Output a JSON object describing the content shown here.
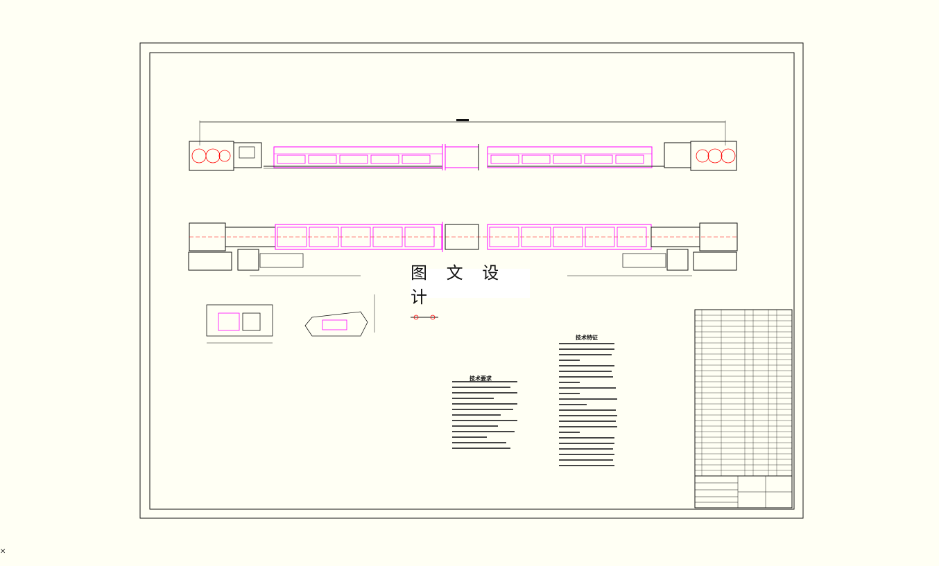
{
  "watermark": {
    "text": "图 文 设 计"
  },
  "notes": {
    "title": "技术要求"
  },
  "specs": {
    "title": "技术特征"
  },
  "colors": {
    "background": "#fffff4",
    "line": "#111111",
    "magenta": "#ff00ff",
    "red": "#ff0000"
  },
  "cursor": {
    "icon": "cursor-cross-icon"
  }
}
